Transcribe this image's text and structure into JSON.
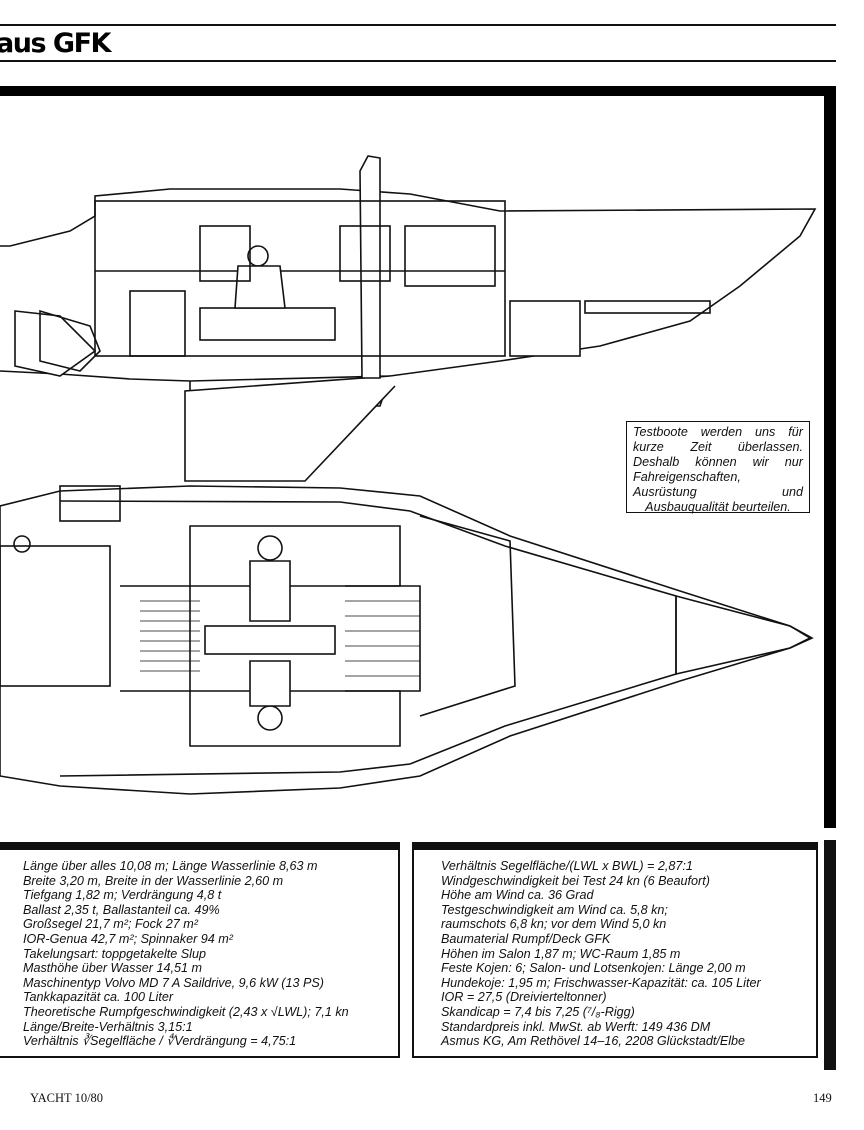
{
  "header": {
    "title": "aus GFK"
  },
  "note": "Testboote werden uns für kurze Zeit überlassen. Deshalb können wir nur Fahreigenschaften, Ausrüstung und Ausbauqualität beurteilen.",
  "specs_left": [
    "Länge über alles 10,08 m; Länge Wasserlinie 8,63 m",
    "Breite 3,20 m, Breite in der Wasserlinie 2,60 m",
    "Tiefgang 1,82 m; Verdrängung 4,8 t",
    "Ballast 2,35 t, Ballastanteil ca. 49%",
    "Großsegel 21,7 m²; Fock 27 m²",
    "IOR-Genua 42,7 m²; Spinnaker 94 m²",
    "Takelungsart: toppgetakelte Slup",
    "Masthöhe über Wasser 14,51 m",
    "Maschinentyp Volvo MD 7 A Saildrive, 9,6 kW (13 PS)",
    "Tankkapazität ca. 100 Liter",
    "Theoretische Rumpfgeschwindigkeit (2,43 x √LWL); 7,1 kn",
    "Länge/Breite-Verhältnis 3,15:1",
    "Verhältnis ∛Segelfläche / ∜Verdrängung = 4,75:1"
  ],
  "specs_right": [
    "Verhältnis Segelfläche/(LWL x BWL) = 2,87:1",
    "Windgeschwindigkeit bei Test 24 kn (6 Beaufort)",
    "Höhe am Wind ca. 36 Grad",
    "Testgeschwindigkeit am Wind ca. 5,8 kn;",
    "raumschots 6,8 kn; vor dem Wind 5,0 kn",
    "Baumaterial Rumpf/Deck GFK",
    "Höhen im Salon 1,87 m; WC-Raum 1,85 m",
    "Feste Kojen: 6; Salon- und Lotsenkojen: Länge 2,00 m",
    "Hundekoje: 1,95 m; Frischwasser-Kapazität: ca. 105 Liter",
    "IOR = 27,5 (Dreiviertel­tonner)",
    "Skandicap = 7,4 bis 7,25 (⁷/₈-Rigg)",
    "Standardpreis inkl. MwSt. ab Werft: 149 436 DM",
    "Asmus KG, Am Rethövel 14–16, 2208 Glückstadt/Elbe"
  ],
  "footer": {
    "magazine": "YACHT 10/80",
    "page": "149"
  }
}
